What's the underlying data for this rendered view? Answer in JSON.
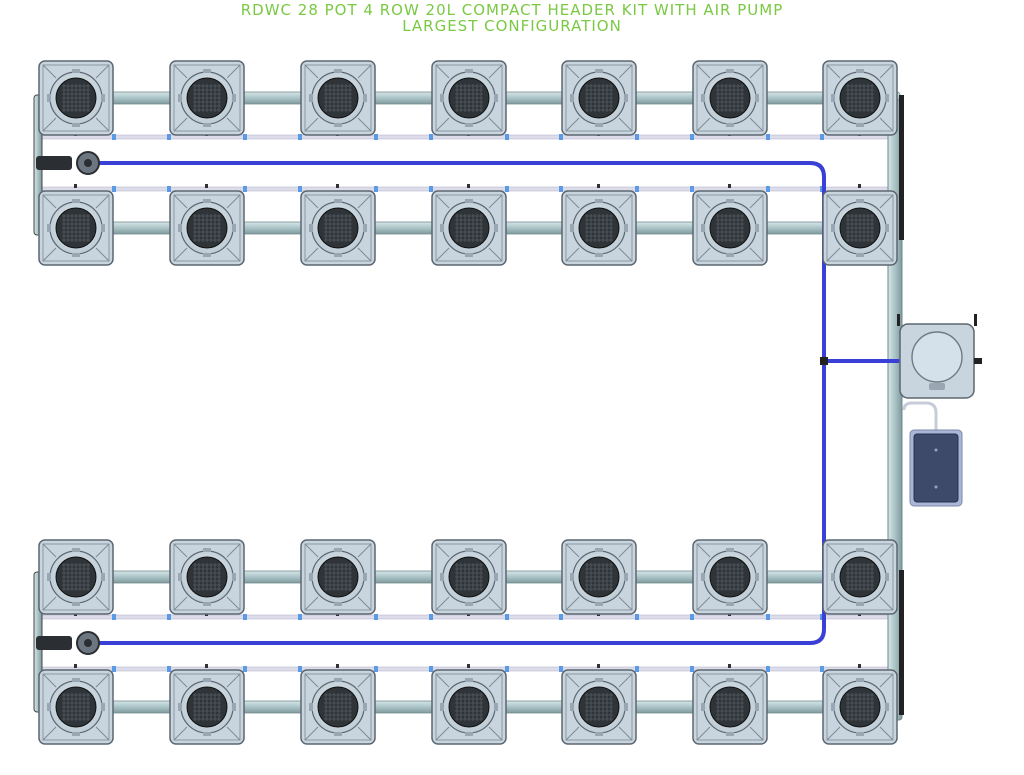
{
  "title": {
    "line1": "RDWC 28 POT 4 ROW 20L COMPACT HEADER KIT WITH AIR PUMP",
    "line2": "LARGEST CONFIGURATION"
  },
  "layout_info": {
    "rows": 4,
    "pots_per_row": 7,
    "total_pots": 28
  },
  "colors": {
    "title": "#7ac943",
    "pot_body": "#c9d5de",
    "pot_outline": "#5c6670",
    "net_basket": "#2f3438",
    "manifold_pipe": "#a9c3c6",
    "air_line": "#3a3fd6",
    "return_line": "#dcdcea",
    "air_pump": "#3d4a6a",
    "frame": "#222222"
  },
  "icons": {
    "pot": "grow-pot-icon",
    "pump": "air-pump-icon",
    "control": "control-bucket-icon",
    "valve": "valve-icon"
  }
}
